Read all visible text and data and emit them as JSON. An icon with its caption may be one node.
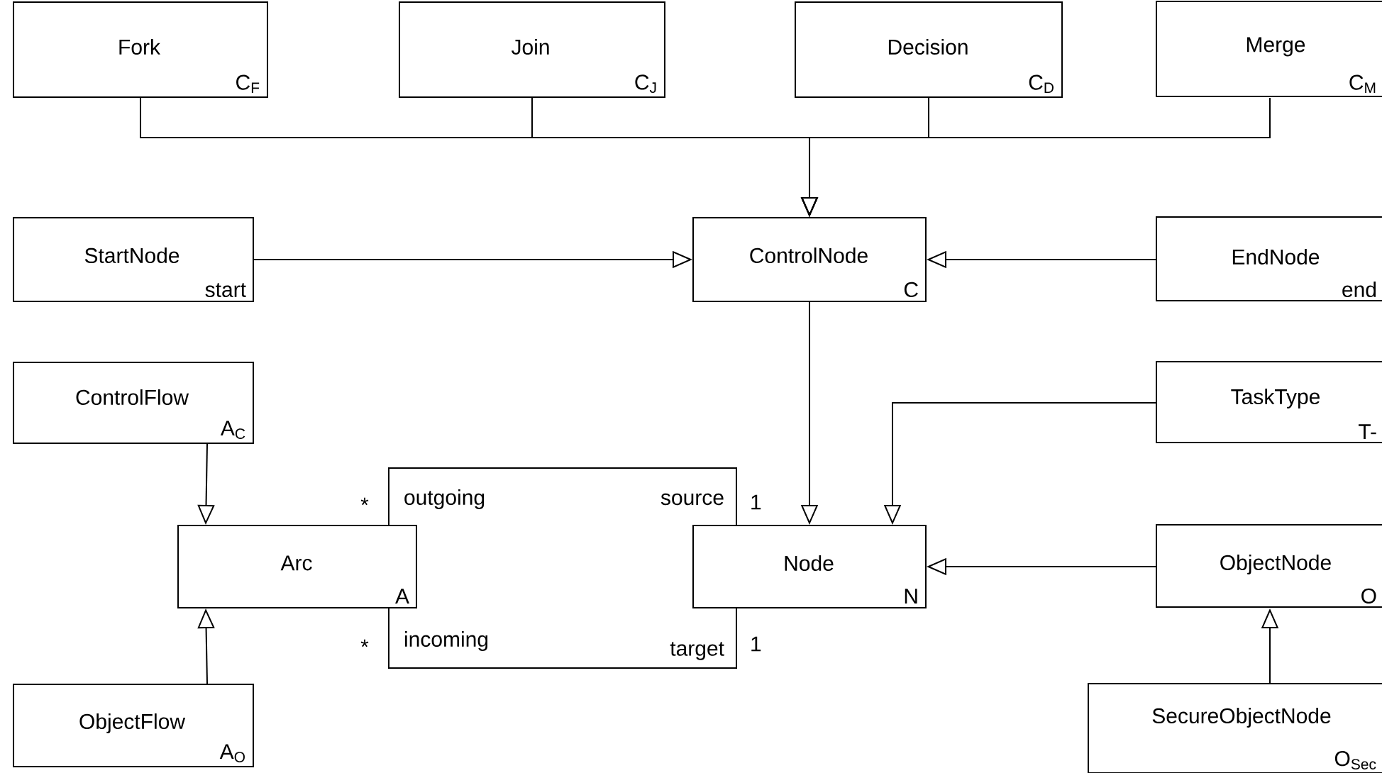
{
  "diagram": {
    "nodes": [
      {
        "text": [
          "Fork",
          "C$_{F}$"
        ]
      },
      {
        "text": [
          "Join",
          "C$_{J}$"
        ]
      },
      {
        "text": [
          "Decision",
          "C$_{D}$"
        ]
      },
      {
        "text": [
          "Merge",
          "C$_{M}$"
        ]
      },
      {
        "text": [
          "StartNode",
          "start"
        ]
      },
      {
        "text": [
          "ControlNode",
          "C"
        ]
      },
      {
        "text": [
          "EndNode",
          "end"
        ]
      },
      {
        "text": [
          "ControlFlow",
          "A$_{C}$"
        ]
      },
      {
        "text": [
          "TaskType",
          "T-"
        ]
      },
      {
        "text": [
          "Arc",
          "A"
        ]
      },
      {
        "text": [
          "Node",
          "N"
        ]
      },
      {
        "text": [
          "ObjectNode",
          "O"
        ]
      },
      {
        "text": [
          "ObjectFlow",
          "A$_{O}$"
        ]
      },
      {
        "text": [
          "SecureObjectNode",
          "O$_{Sec}$"
        ]
      }
    ],
    "edges": [
      {
        "from": 0,
        "to": 5,
        "arrow": "to"
      },
      {
        "from": 1,
        "to": 5,
        "arrow": "to"
      },
      {
        "from": 2,
        "to": 5,
        "arrow": "to"
      },
      {
        "from": 3,
        "to": 5,
        "arrow": "to"
      },
      {
        "from": 4,
        "to": 5,
        "arrow": "to"
      },
      {
        "from": 6,
        "to": 5,
        "arrow": "to"
      },
      {
        "from": 5,
        "to": 10,
        "arrow": "to"
      },
      {
        "from": 8,
        "to": 10,
        "arrow": "to"
      },
      {
        "from": 7,
        "to": 9,
        "arrow": "to"
      },
      {
        "from": 11,
        "to": 10,
        "arrow": "to"
      },
      {
        "from": 12,
        "to": 9,
        "arrow": "to"
      },
      {
        "from": 13,
        "to": 11,
        "arrow": "to"
      },
      {
        "from": 9,
        "to": 10,
        "arrow": "none"
      },
      {
        "from": 9,
        "to": 10,
        "arrow": "none"
      }
    ],
    "labels": [
      "*",
      "outgoing",
      "source",
      "1",
      "*",
      "incoming",
      "target",
      "1"
    ]
  }
}
